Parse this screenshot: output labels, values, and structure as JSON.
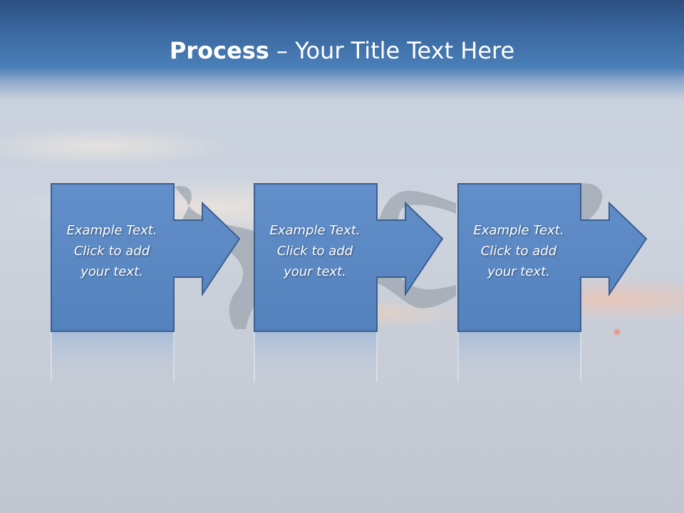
{
  "slide": {
    "title_bold": "Process",
    "title_rest": " – Your Title Text Here"
  },
  "steps": [
    {
      "line1": "Example Text.",
      "line2": "Click  to add",
      "line3": "your text."
    },
    {
      "line1": "Example Text.",
      "line2": "Click  to add",
      "line3": "your text."
    },
    {
      "line1": "Example Text.",
      "line2": "Click  to add",
      "line3": "your text."
    }
  ],
  "colors": {
    "shape_fill": "#5a89c5",
    "shape_stroke": "#3b5f8f",
    "header_dark": "#2d4f80"
  }
}
